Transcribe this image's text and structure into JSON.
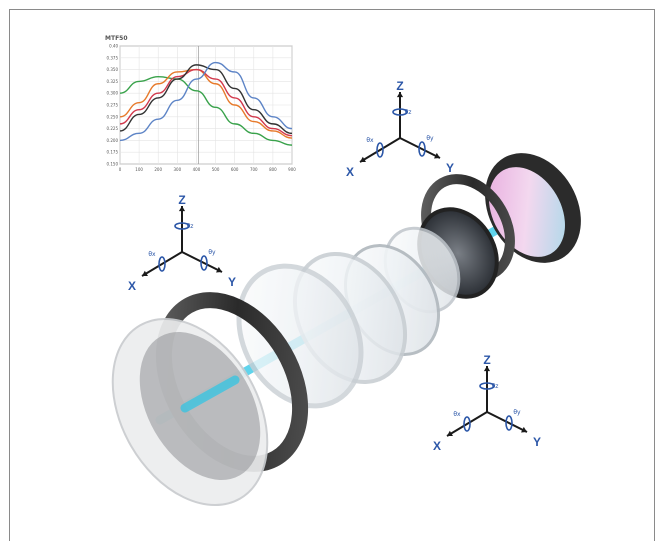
{
  "chart_data": {
    "type": "line",
    "ylabel": "MTF50",
    "x": [
      0,
      100,
      200,
      300,
      400,
      500,
      600,
      700,
      800,
      900
    ],
    "xlim": [
      0,
      900
    ],
    "ylim": [
      0.15,
      0.4
    ],
    "yticks": [
      "0.40",
      "0.375",
      "0.350",
      "0.325",
      "0.300",
      "0.275",
      "0.250",
      "0.225",
      "0.200",
      "0.175",
      "0.150"
    ],
    "xticks": [
      "0",
      "100",
      "200",
      "300",
      "400",
      "500",
      "600",
      "700",
      "800",
      "900"
    ],
    "grid": true,
    "series": [
      {
        "color": "#39a24b",
        "values": [
          0.3,
          0.325,
          0.335,
          0.33,
          0.305,
          0.27,
          0.235,
          0.215,
          0.2,
          0.19
        ]
      },
      {
        "color": "#e77a2b",
        "values": [
          0.25,
          0.28,
          0.32,
          0.345,
          0.35,
          0.32,
          0.275,
          0.24,
          0.22,
          0.205
        ]
      },
      {
        "color": "#d23a4d",
        "values": [
          0.235,
          0.265,
          0.3,
          0.335,
          0.35,
          0.33,
          0.29,
          0.25,
          0.225,
          0.21
        ]
      },
      {
        "color": "#333333",
        "values": [
          0.22,
          0.255,
          0.29,
          0.33,
          0.36,
          0.35,
          0.31,
          0.265,
          0.235,
          0.215
        ]
      },
      {
        "color": "#5d84c6",
        "values": [
          0.2,
          0.215,
          0.245,
          0.285,
          0.33,
          0.365,
          0.345,
          0.29,
          0.25,
          0.225
        ]
      }
    ],
    "marker_x": 410
  },
  "axes": {
    "x": "X",
    "y": "Y",
    "z": "Z",
    "rot_x": "θx",
    "rot_y": "θy",
    "rot_z": "θz"
  },
  "colors": {
    "axis": "#2c57a8",
    "beam": "#2bc6e6",
    "ring": "#3a3a3a"
  }
}
